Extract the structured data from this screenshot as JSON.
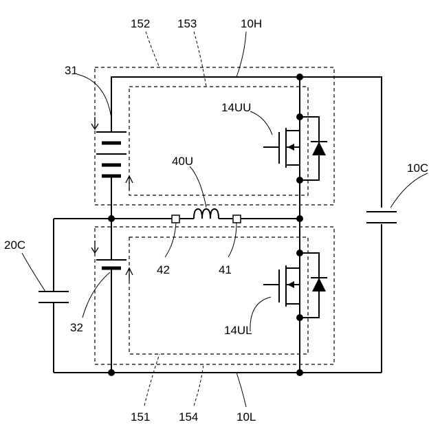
{
  "labels": {
    "l152": "152",
    "l153": "153",
    "l10H": "10H",
    "l31": "31",
    "l14UU": "14UU",
    "l40U": "40U",
    "l10C": "10C",
    "l20C": "20C",
    "l42": "42",
    "l41": "41",
    "l32": "32",
    "l14UL": "14UL",
    "l151": "151",
    "l154": "154",
    "l10L": "10L"
  }
}
